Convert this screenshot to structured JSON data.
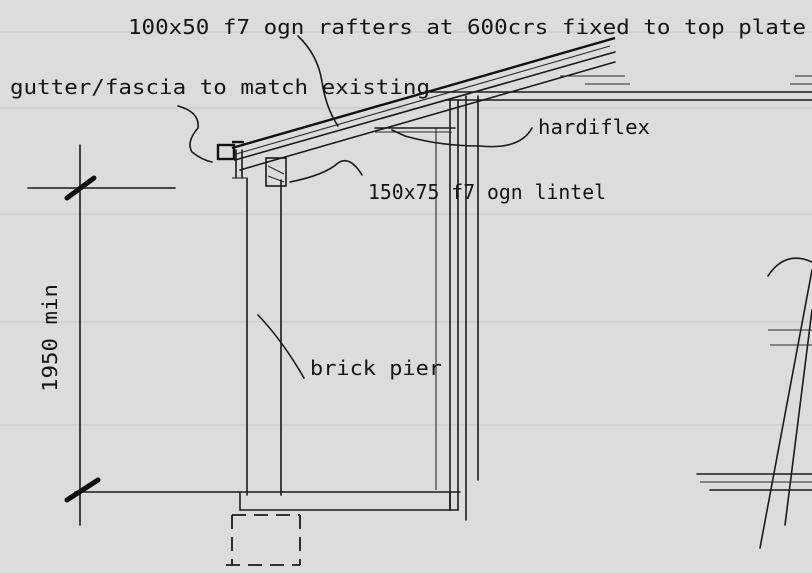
{
  "annotations": {
    "rafters": "100x50 f7 ogn rafters at 600crs fixed to top plate",
    "gutter": "gutter/fascia to match existing",
    "hardiflex": "hardiflex",
    "lintel": "150x75 f7 ogn lintel",
    "pier": "brick pier",
    "height": "1950 min"
  },
  "colors": {
    "paper": "#dcdcdc",
    "ink": "#151515"
  }
}
